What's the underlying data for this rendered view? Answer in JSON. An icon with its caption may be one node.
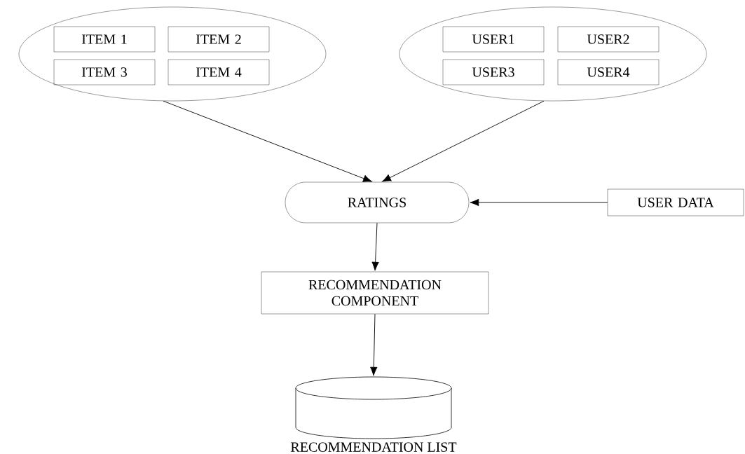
{
  "diagram": {
    "nodes": [
      {
        "text": [],
        "shape": "ellipse"
      },
      {
        "text": [
          "ITEM 1"
        ],
        "in": 0
      },
      {
        "text": [
          "ITEM 2"
        ],
        "in": 0
      },
      {
        "text": [
          "ITEM 3"
        ],
        "in": 0
      },
      {
        "text": [
          "ITEM 4"
        ],
        "in": 0
      },
      {
        "text": [],
        "shape": "ellipse"
      },
      {
        "text": [
          "USER1"
        ],
        "in": 5
      },
      {
        "text": [
          "USER2"
        ],
        "in": 5
      },
      {
        "text": [
          "USER3"
        ],
        "in": 5
      },
      {
        "text": [
          "USER4"
        ],
        "in": 5
      },
      {
        "text": [
          "RATINGS"
        ]
      },
      {
        "text": [
          "USER DATA"
        ]
      },
      {
        "text": [
          "RECOMMENDATION COMPONENT"
        ]
      },
      {
        "text": [],
        "shape": "cylinder",
        "beside": [
          "RECOMMENDATION LIST"
        ]
      }
    ],
    "edges": [
      {
        "from": 0,
        "to": 10,
        "arrow": "to"
      },
      {
        "from": 5,
        "to": 10,
        "arrow": "to"
      },
      {
        "from": 11,
        "to": 10,
        "arrow": "to"
      },
      {
        "from": 10,
        "to": 12,
        "arrow": "to"
      },
      {
        "from": 12,
        "to": 13,
        "arrow": "to"
      }
    ]
  }
}
